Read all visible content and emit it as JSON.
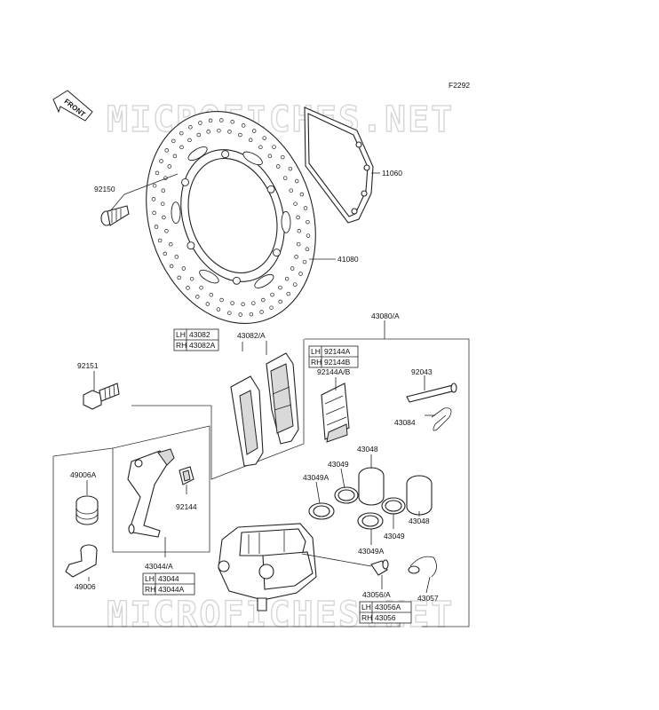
{
  "figure_code": "F2292",
  "front_label": "FRONT",
  "watermark": "MICROFICHES.NET",
  "parts": {
    "p92150": "92150",
    "p11060": "11060",
    "p41080": "41080",
    "p43080A": "43080/A",
    "p43082A": "43082/A",
    "p92151": "92151",
    "p92144AB": "92144A/B",
    "p92043": "92043",
    "p43084": "43084",
    "p43048a": "43048",
    "p43049a": "43049",
    "p43049Aa": "43049A",
    "p49006A": "49006A",
    "p92144": "92144",
    "p43048b": "43048",
    "p43049b": "43049",
    "p43049Ab": "43049A",
    "p49006": "49006",
    "p43044A": "43044/A",
    "p43056A": "43056/A",
    "p43057": "43057"
  },
  "tables": {
    "pads": [
      {
        "side": "LH",
        "part": "43082"
      },
      {
        "side": "RH",
        "part": "43082A"
      }
    ],
    "shims": [
      {
        "side": "LH",
        "part": "92144A"
      },
      {
        "side": "RH",
        "part": "92144B"
      }
    ],
    "bracket": [
      {
        "side": "LH",
        "part": "43044"
      },
      {
        "side": "RH",
        "part": "43044A"
      }
    ],
    "bleed": [
      {
        "side": "LH",
        "part": "43056A"
      },
      {
        "side": "RH",
        "part": "43056"
      }
    ]
  }
}
